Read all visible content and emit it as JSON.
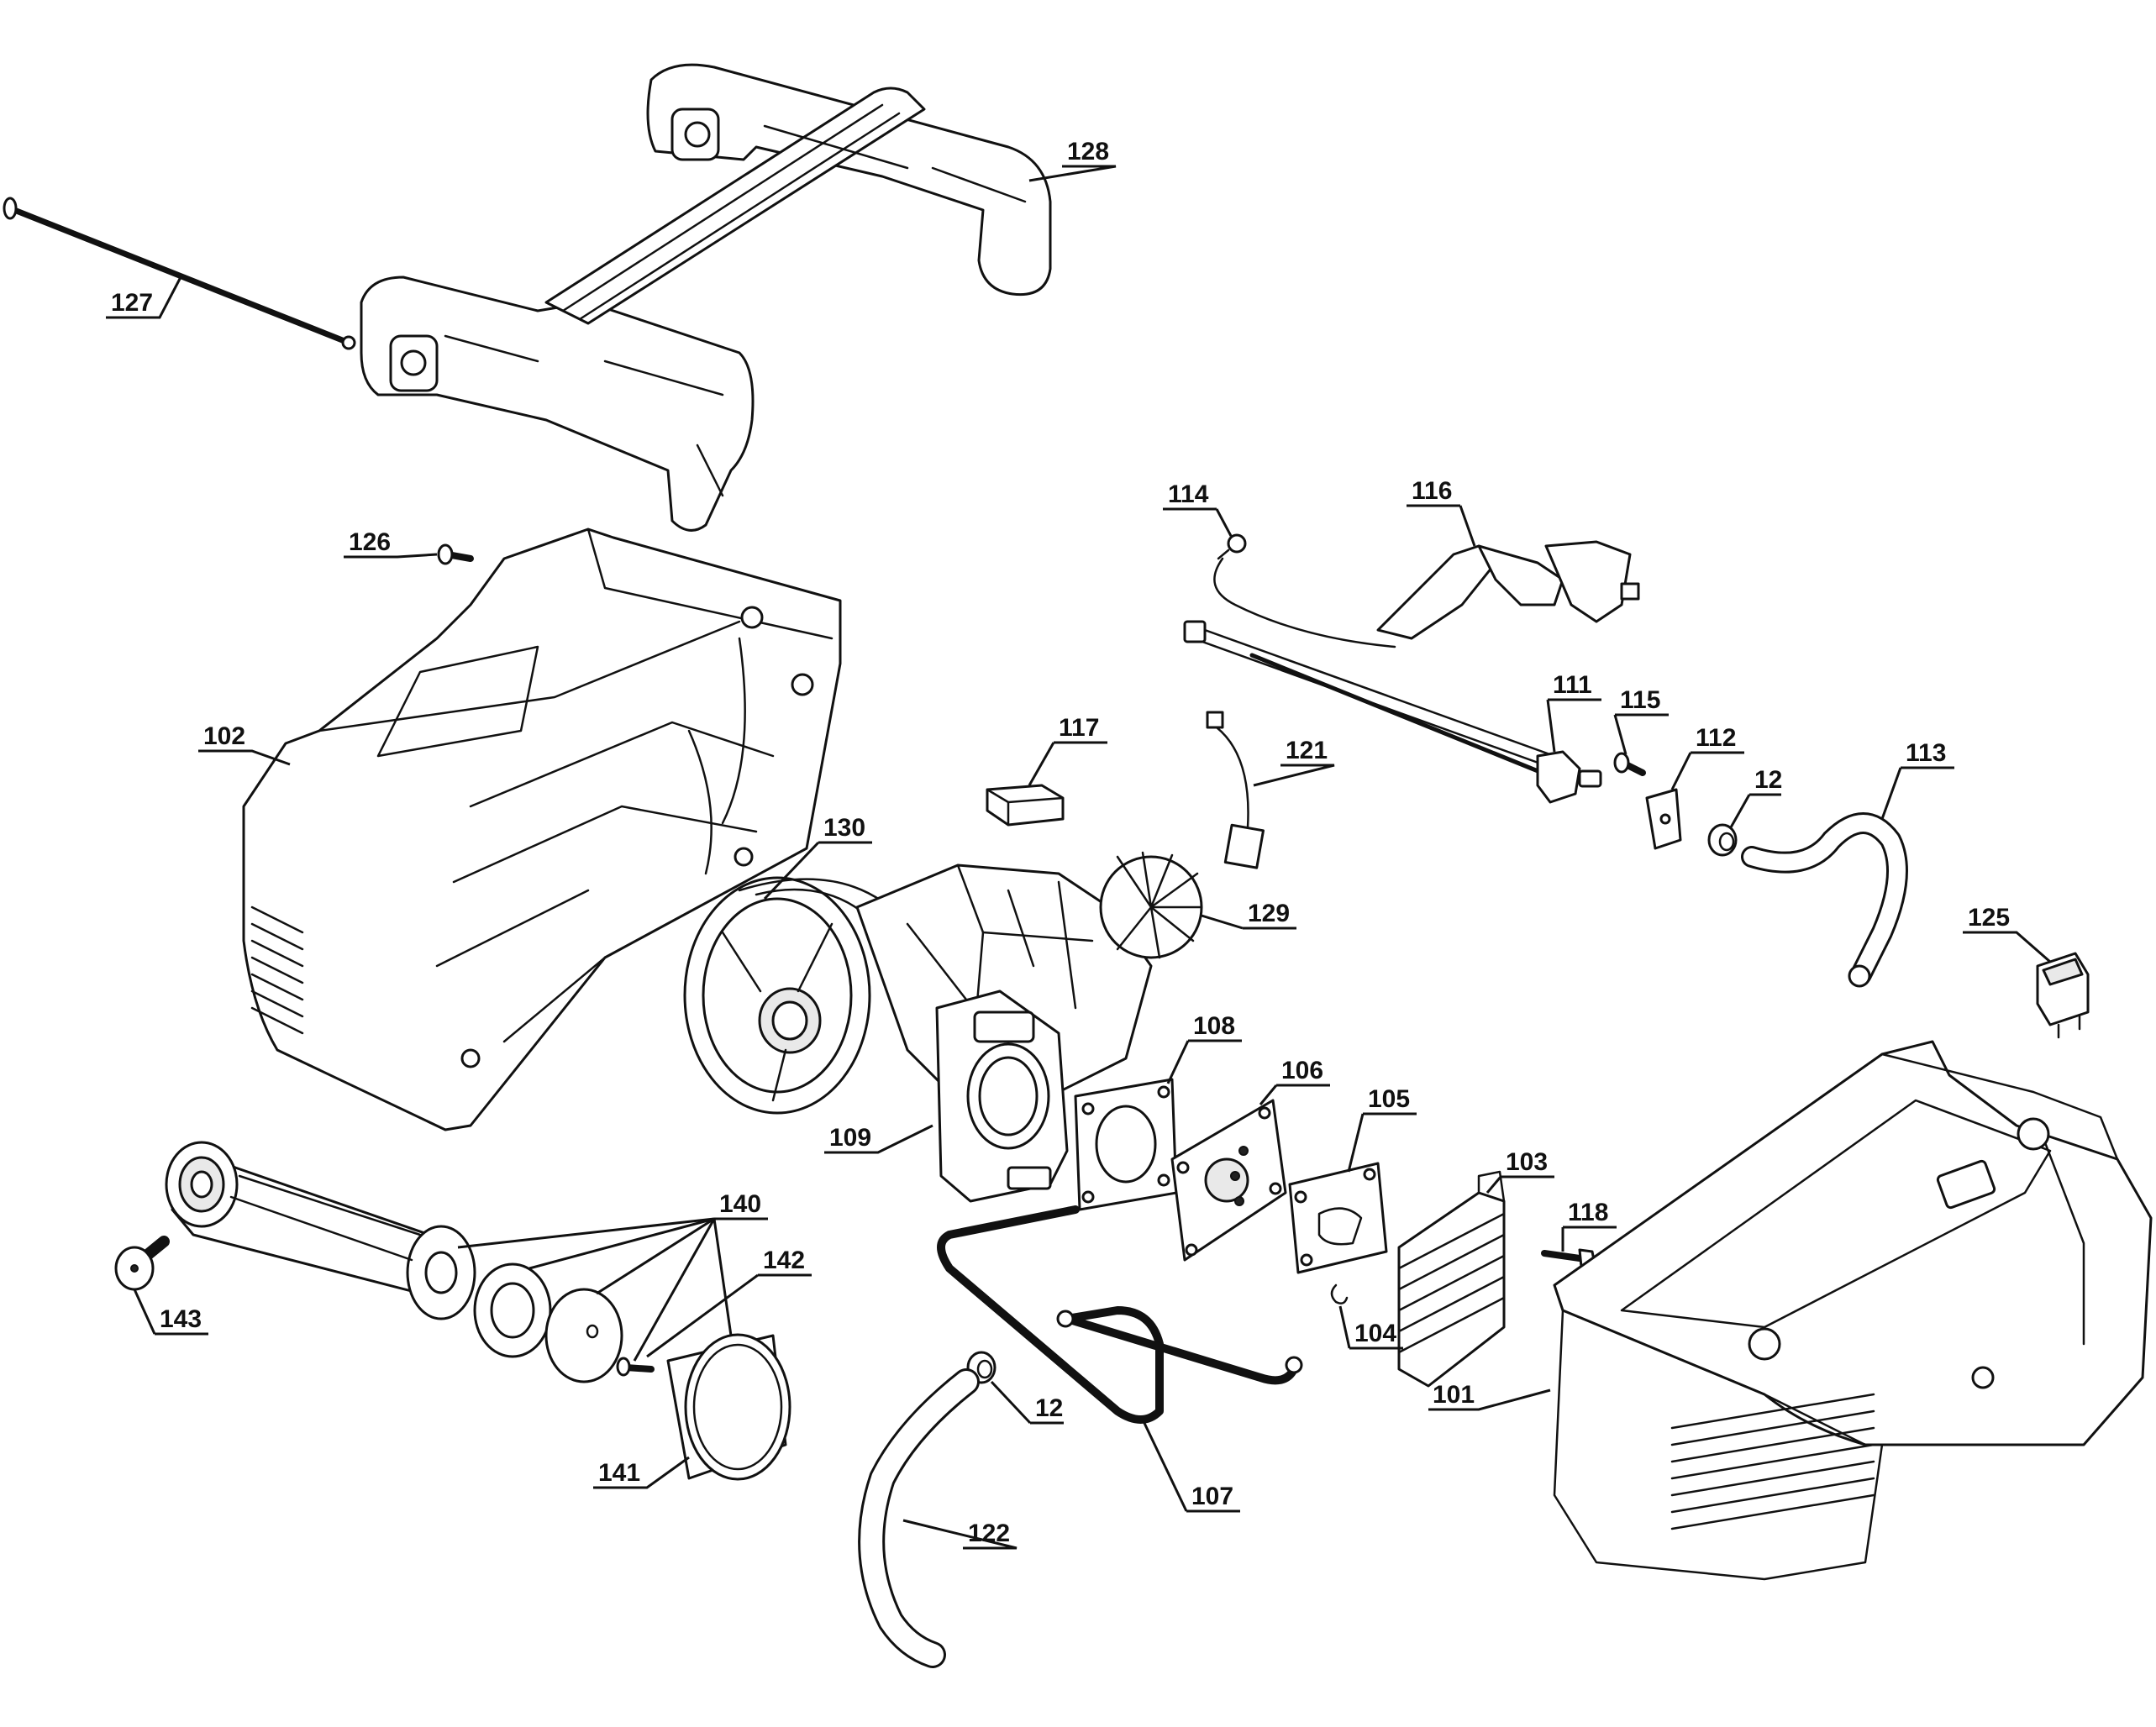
{
  "diagram": {
    "labels": {
      "p101": "101",
      "p102": "102",
      "p103": "103",
      "p104": "104",
      "p105": "105",
      "p106": "106",
      "p107": "107",
      "p108": "108",
      "p109": "109",
      "p111": "111",
      "p112": "112",
      "p113": "113",
      "p114": "114",
      "p115": "115",
      "p116": "116",
      "p117": "117",
      "p118": "118",
      "p121": "121",
      "p122": "122",
      "p125": "125",
      "p126": "126",
      "p127": "127",
      "p128": "128",
      "p129": "129",
      "p130": "130",
      "p140": "140",
      "p141": "141",
      "p142": "142",
      "p143": "143",
      "p12a": "12",
      "p12b": "12"
    }
  }
}
